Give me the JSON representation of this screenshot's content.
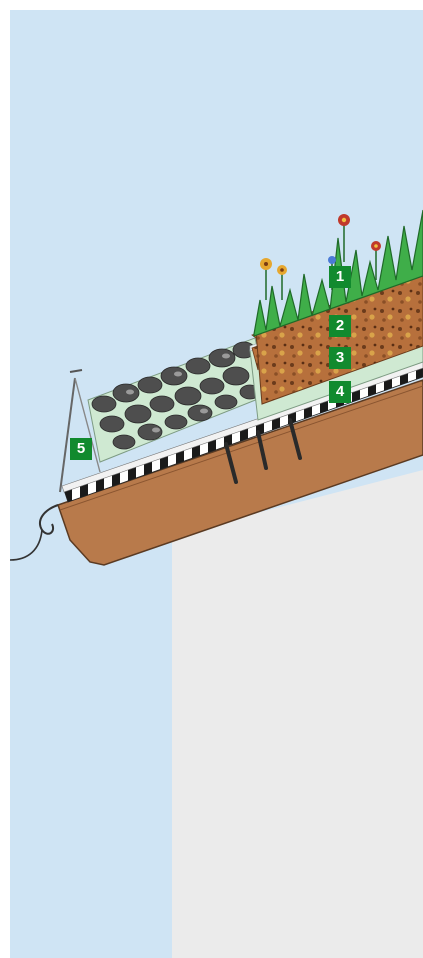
{
  "callouts": [
    {
      "label": "1"
    },
    {
      "label": "2"
    },
    {
      "label": "3"
    },
    {
      "label": "4"
    },
    {
      "label": "5"
    }
  ],
  "colors": {
    "sky": "#cfe4f4",
    "wall": "#ebebeb",
    "roof_deck": "#b87a4b",
    "vegetation": "#3fae49",
    "substrate": "#b7703c",
    "gravel": "#5b5b5b",
    "drainage": "#cfe9d2",
    "callout_badge": "#118a2e"
  },
  "icons": [
    "flower-icon",
    "gutter-icon"
  ]
}
